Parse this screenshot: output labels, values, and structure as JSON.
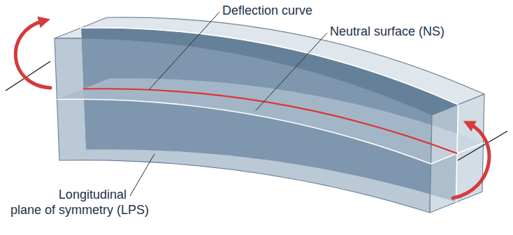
{
  "diagram": {
    "labels": [
      "Deflection curve",
      "Neutral surface (NS)",
      "Longitudinal plane of symmetry (LPS)"
    ]
  }
}
